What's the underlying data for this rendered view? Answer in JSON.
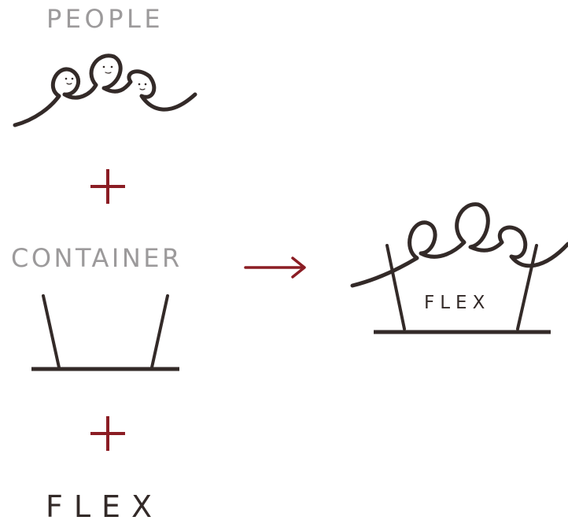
{
  "labels": {
    "people": "PEOPLE",
    "container": "CONTAINER",
    "flex": "FLEX",
    "combined_flex": "FLEX"
  },
  "icons": {
    "people": "people-loops-icon",
    "container": "container-icon",
    "plus": "plus-icon",
    "arrow": "right-arrow-icon",
    "combined": "flex-logo-icon"
  },
  "colors": {
    "ink": "#332a28",
    "label_gray": "#9c9a9b",
    "accent_red": "#8b1d24"
  }
}
